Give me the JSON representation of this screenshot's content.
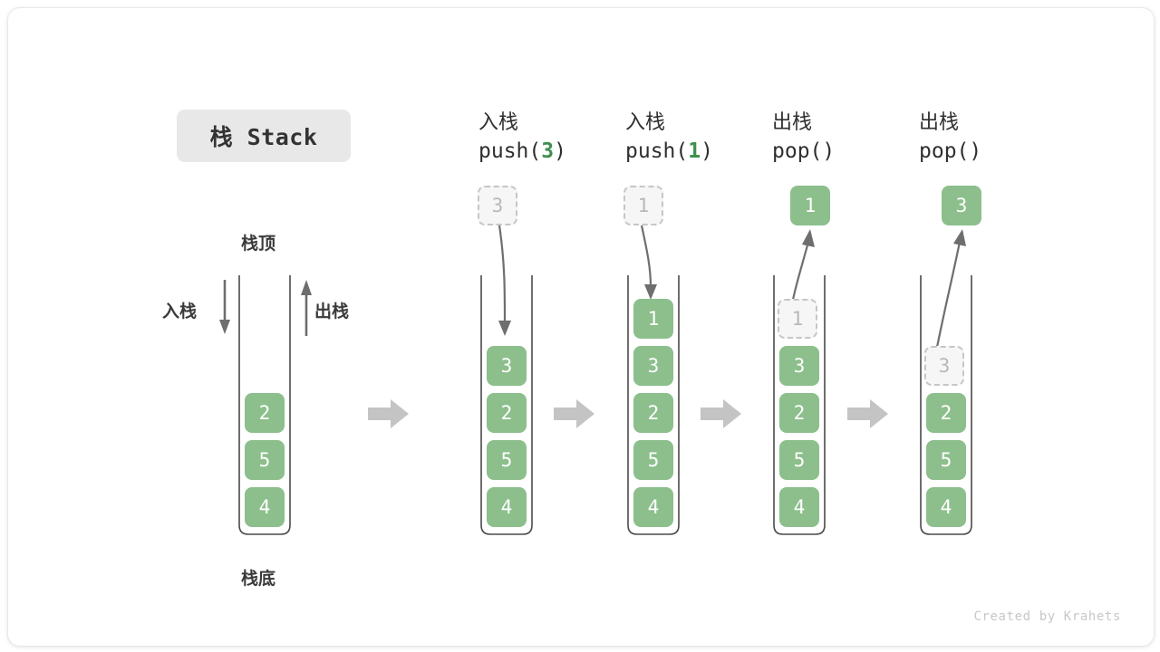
{
  "title": "栈 Stack",
  "labels": {
    "top": "栈顶",
    "bottom": "栈底",
    "push_side": "入栈",
    "pop_side": "出栈"
  },
  "footer": "Created by Krahets",
  "colors": {
    "element_green": "#8cbf8c",
    "arg_green": "#3f8f4f",
    "ghost_fill": "#f6f6f6",
    "ghost_border": "#c6c6c6",
    "flow_arrow": "#c4c4c4",
    "chip_bg": "#e8e8e8",
    "text": "#2f2f2f"
  },
  "steps": [
    {
      "id": "initial",
      "op_cjk": "",
      "op_code_pre": "",
      "op_code_arg": "",
      "op_code_post": "",
      "stack": [
        "2",
        "5",
        "4"
      ],
      "floating": null,
      "ghost_in_stack": null
    },
    {
      "id": "push-3",
      "op_cjk": "入栈",
      "op_code_pre": "push(",
      "op_code_arg": "3",
      "op_code_post": ")",
      "stack": [
        "3",
        "2",
        "5",
        "4"
      ],
      "floating": {
        "value": "3",
        "style": "ghost"
      },
      "ghost_in_stack": null
    },
    {
      "id": "push-1",
      "op_cjk": "入栈",
      "op_code_pre": "push(",
      "op_code_arg": "1",
      "op_code_post": ")",
      "stack": [
        "1",
        "3",
        "2",
        "5",
        "4"
      ],
      "floating": {
        "value": "1",
        "style": "ghost"
      },
      "ghost_in_stack": null
    },
    {
      "id": "pop-1",
      "op_cjk": "出栈",
      "op_code_pre": "pop(",
      "op_code_arg": "",
      "op_code_post": ")",
      "stack": [
        "3",
        "2",
        "5",
        "4"
      ],
      "floating": {
        "value": "1",
        "style": "solid"
      },
      "ghost_in_stack": {
        "value": "1"
      }
    },
    {
      "id": "pop-3",
      "op_cjk": "出栈",
      "op_code_pre": "pop(",
      "op_code_arg": "",
      "op_code_post": ")",
      "stack": [
        "2",
        "5",
        "4"
      ],
      "floating": {
        "value": "3",
        "style": "solid"
      },
      "ghost_in_stack": {
        "value": "3"
      }
    }
  ]
}
